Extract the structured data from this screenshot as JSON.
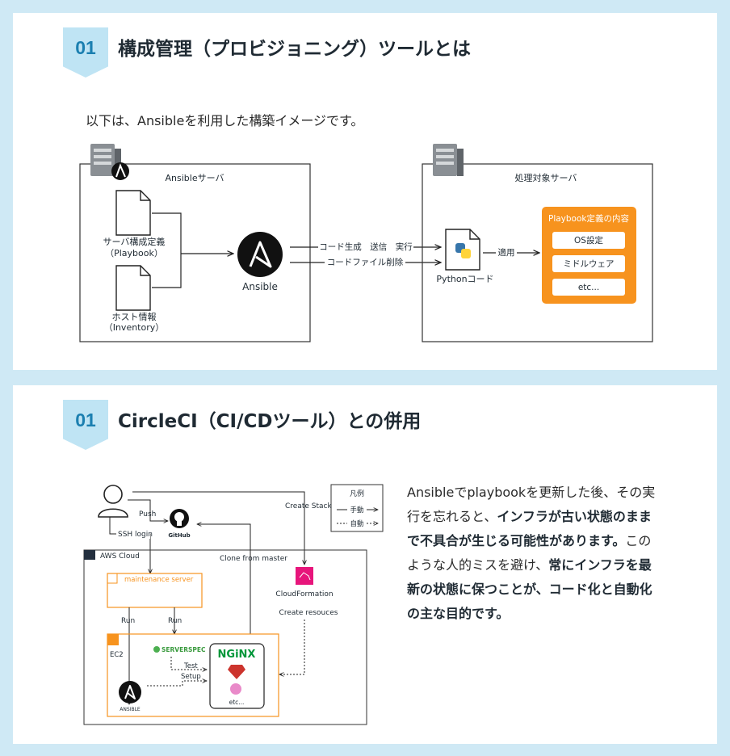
{
  "section1": {
    "badge": "01",
    "title": "構成管理（プロビジョニング）ツールとは",
    "lead": "以下は、Ansibleを利用した構築イメージです。",
    "left_server_label": "Ansibleサーバ",
    "doc_playbook_line1": "サーバ構成定義",
    "doc_playbook_line2": "（Playbook）",
    "doc_inventory_line1": "ホスト情報",
    "doc_inventory_line2": "（Inventory）",
    "ansible_label": "Ansible",
    "arrow_top_label": "コード生成　送信　実行",
    "arrow_bottom_label": "コードファイル削除",
    "right_server_label": "処理対象サーバ",
    "python_label": "Pythonコード",
    "apply_label": "適用",
    "playbook_box_title": "Playbook定義の内容",
    "playbook_items": [
      "OS設定",
      "ミドルウェア",
      "etc..."
    ]
  },
  "section2": {
    "badge": "01",
    "title": "CircleCI（CI/CDツール）との併用",
    "legend_title": "凡例",
    "legend_manual": "手動",
    "legend_auto": "自動",
    "push_label": "Push",
    "github_label": "GitHub",
    "ssh_label": "SSH login",
    "create_stack_label": "Create Stack",
    "aws_label": "AWS Cloud",
    "clone_label": "Clone from master",
    "cfn_label": "CloudFormation",
    "create_resources_label": "Create resouces",
    "maintenance_label": "maintenance server",
    "run_label_1": "Run",
    "run_label_2": "Run",
    "ec2_label": "EC2",
    "serverspec_label": "SERVERSPEC",
    "nginx_label": "NGiNX",
    "test_label": "Test",
    "setup_label": "Setup",
    "etc_label": "etc...",
    "ansible_small_label": "ANSIBLE",
    "text_segments": [
      {
        "t": "Ansibleでplaybookを更新した後、その実行を忘れると、",
        "b": false
      },
      {
        "t": "インフラが古い状態のままで不具合が生じる可能性があります。",
        "b": true
      },
      {
        "t": "このような人的ミスを避け、",
        "b": false
      },
      {
        "t": "常にインフラを最新の状態に保つことが、コード化と自動化の主な目的です。",
        "b": true
      }
    ]
  },
  "colors": {
    "background": "#cfe9f5",
    "badge_fill": "#bfe4f4",
    "badge_text": "#1b7fb0",
    "orange": "#f7931e",
    "cloudformation": "#e7157b"
  }
}
